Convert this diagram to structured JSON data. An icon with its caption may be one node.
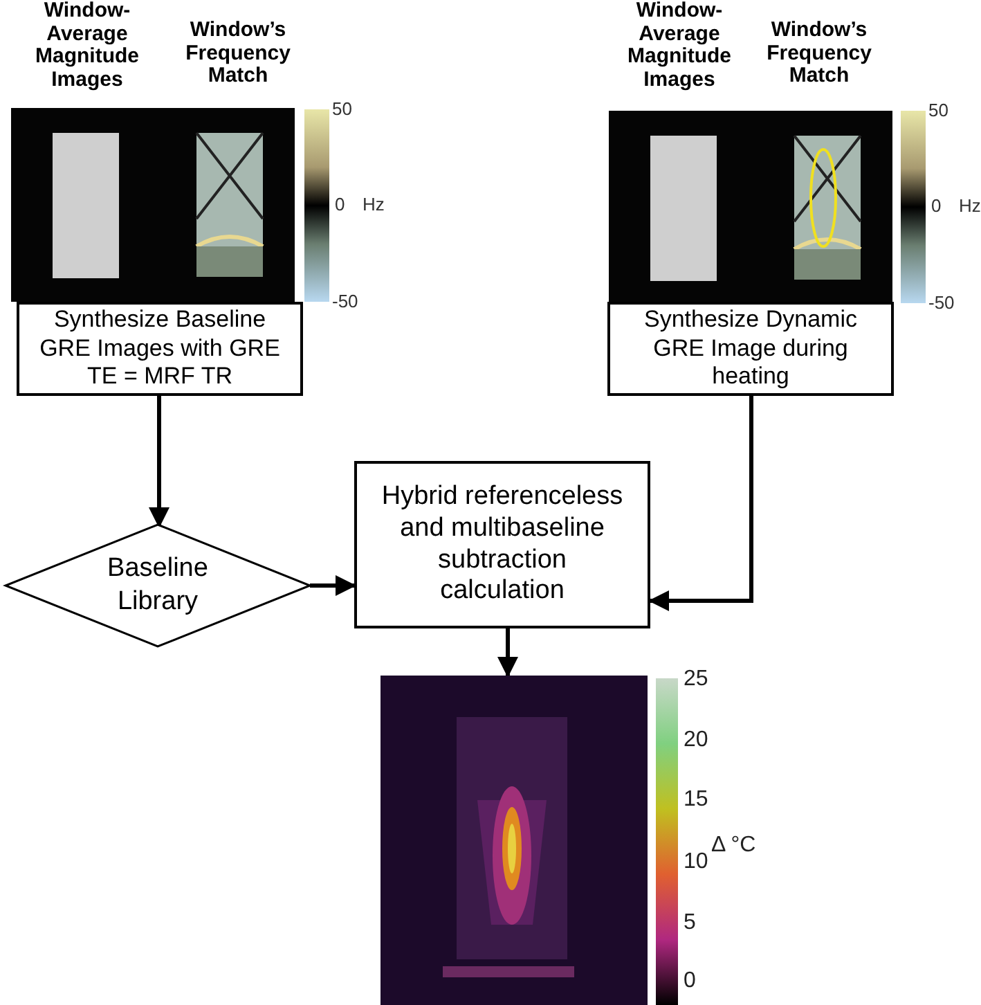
{
  "diagram": {
    "nodes": [
      {
        "text": [
          "Synthesize Baseline GRE Images with GRE TE = MRF TR"
        ]
      },
      {
        "text": [
          "Synthesize Dynamic GRE Image during heating"
        ]
      },
      {
        "text": [
          "Baseline Library"
        ]
      },
      {
        "text": [
          "Hybrid referenceless and multibaseline subtraction calculation"
        ]
      },
      {
        "text": [],
        "shape": "picture"
      }
    ],
    "edges": [
      {
        "from": 0,
        "to": 2,
        "arrow": "to"
      },
      {
        "from": 2,
        "to": 3,
        "arrow": "to"
      },
      {
        "from": 1,
        "to": 3,
        "arrow": "to"
      },
      {
        "from": 3,
        "to": 4,
        "arrow": "to"
      }
    ],
    "labels": [
      "Window-Average Magnitude Images",
      "Window’s Frequency Match",
      "Window-Average Magnitude Images",
      "Window’s Frequency Match",
      "50",
      "0",
      "Hz",
      "-50",
      "50",
      "0",
      "Hz",
      "-50",
      "25",
      "20",
      "15",
      "10",
      "Δ °C",
      "5",
      "0"
    ]
  }
}
